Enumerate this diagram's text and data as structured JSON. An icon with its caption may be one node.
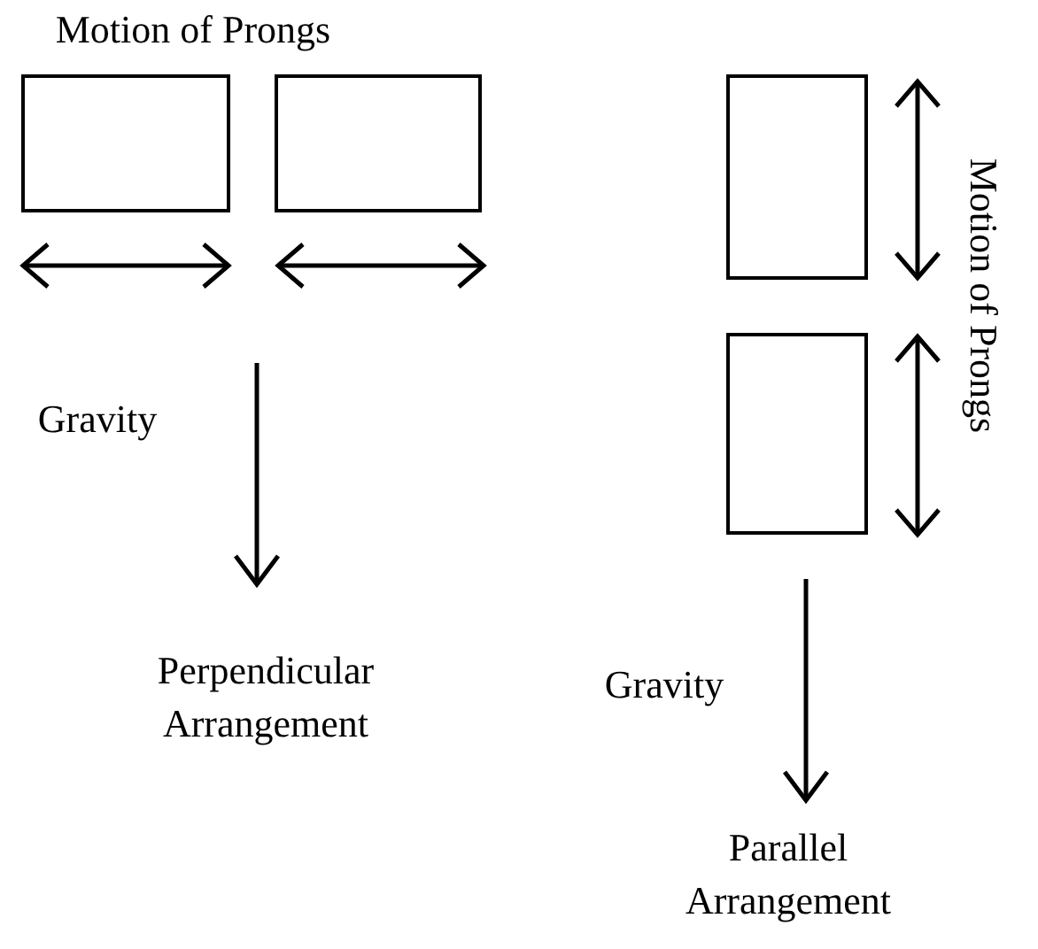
{
  "diagram": {
    "nodes": [
      {
        "text": [],
        "shape": "box"
      },
      {
        "text": [],
        "shape": "box"
      },
      {
        "text": [],
        "shape": "box"
      },
      {
        "text": [],
        "shape": "box"
      }
    ],
    "labels": [
      "Motion of Prongs",
      "Gravity",
      "Perpendicular Arrangement",
      "Motion of Prongs",
      "Gravity",
      "Parallel Arrangement"
    ]
  }
}
